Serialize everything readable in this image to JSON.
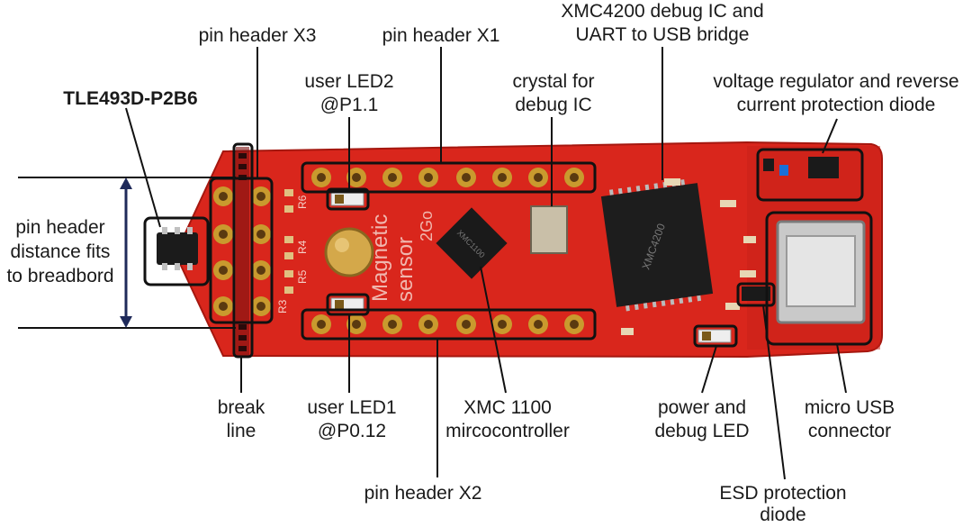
{
  "board": {
    "colors": {
      "pcb": "#d9261c",
      "pcb_dark": "#b81d15",
      "pad_gold": "#c99a2e",
      "callout": "#111111",
      "dimension": "#1f2a5a"
    }
  },
  "labels": {
    "pin_header_x3": "pin header X3",
    "pin_header_x1": "pin header X1",
    "debug_ic_line1": "XMC4200 debug IC and",
    "debug_ic_line2": "UART to USB bridge",
    "sensor_name": "TLE493D-P2B6",
    "user_led2_line1": "user LED2",
    "user_led2_line2": "@P1.1",
    "crystal_line1": "crystal for",
    "crystal_line2": "debug IC",
    "regulator_line1": "voltage regulator and reverse",
    "regulator_line2": "current protection diode",
    "distance_line1": "pin header",
    "distance_line2": "distance fits",
    "distance_line3": "to breadbord",
    "break_line1": "break",
    "break_line2": "line",
    "user_led1_line1": "user LED1",
    "user_led1_line2": "@P0.12",
    "xmc1100_line1": "XMC 1100",
    "xmc1100_line2": "mircocontroller",
    "power_led_line1": "power and",
    "power_led_line2": "debug LED",
    "usb_line1": "micro USB",
    "usb_line2": "connector",
    "pin_header_x2": "pin header X2",
    "esd_line1": "ESD protection",
    "esd_line2": "diode"
  },
  "silkscreen": {
    "magnetic_text": "Magnetic",
    "sensor_text": "sensor",
    "twogo_text": "2Go",
    "r6": "R6",
    "r4": "R4",
    "r3": "R3",
    "r5": "R5",
    "chip_xmc4200": "XMC4200",
    "chip_xmc1100": "XMC1100"
  }
}
